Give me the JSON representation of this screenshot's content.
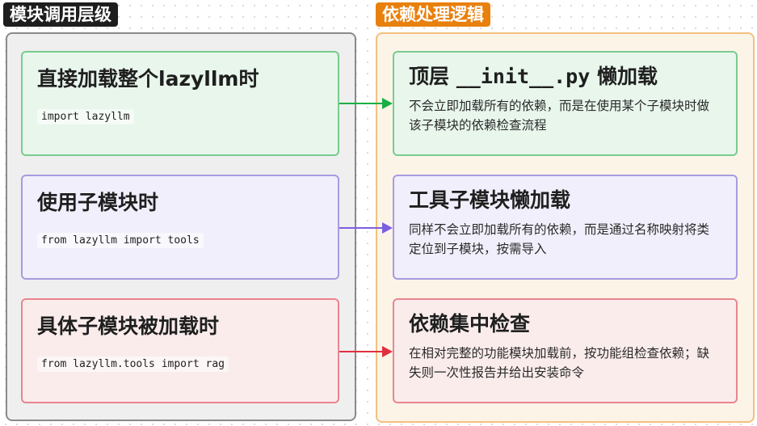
{
  "left_group": {
    "title": "模块调用层级",
    "cards": [
      {
        "title": "直接加载整个lazyllm时",
        "code": "import lazyllm",
        "color": "#79cc8d"
      },
      {
        "title": "使用子模块时",
        "code": "from lazyllm import tools",
        "color": "#a89bdf"
      },
      {
        "title": "具体子模块被加载时",
        "code": "from lazyllm.tools import rag",
        "color": "#e9858f"
      }
    ]
  },
  "right_group": {
    "title": "依赖处理逻辑",
    "cards": [
      {
        "title_prefix": "顶层 ",
        "title_code": "__init__.py",
        "title_suffix": " 懒加载",
        "desc": "不会立即加载所有的依赖，而是在使用某个子模块时做该子模块的依赖检查流程"
      },
      {
        "title": "工具子模块懒加载",
        "desc": "同样不会立即加载所有的依赖，而是通过名称映射将类定位到子模块，按需导入"
      },
      {
        "title": "依赖集中检查",
        "desc": "在相对完整的功能模块加载前，按功能组检查依赖；缺失则一次性报告并给出安装命令"
      }
    ]
  },
  "colors": {
    "arrow_green": "#1aaf45",
    "arrow_purple": "#7b5fe0",
    "arrow_red": "#e0303f"
  }
}
